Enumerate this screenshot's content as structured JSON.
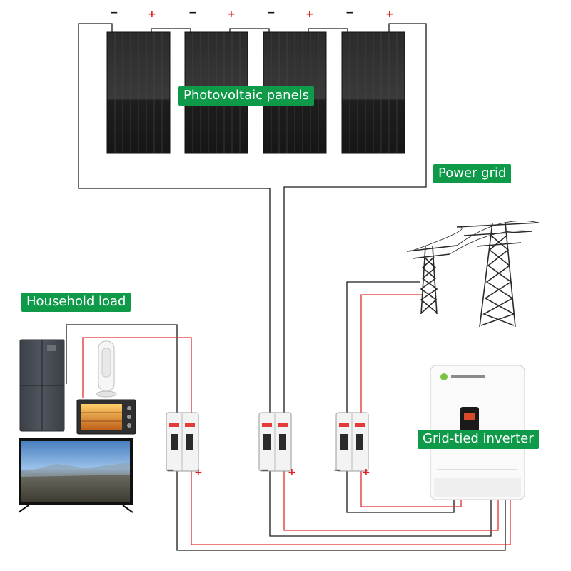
{
  "labels": {
    "pv_panels": "Photovoltaic panels",
    "power_grid": "Power grid",
    "household_load": "Household load",
    "inverter": "Grid-tied inverter"
  },
  "polarity": {
    "negative": "−",
    "positive": "+"
  },
  "wire_colors": {
    "negative": "#1a1a1a",
    "positive": "#e03030"
  },
  "accent": "#0f9a4a",
  "panel_count": 4,
  "breaker_count": 3
}
